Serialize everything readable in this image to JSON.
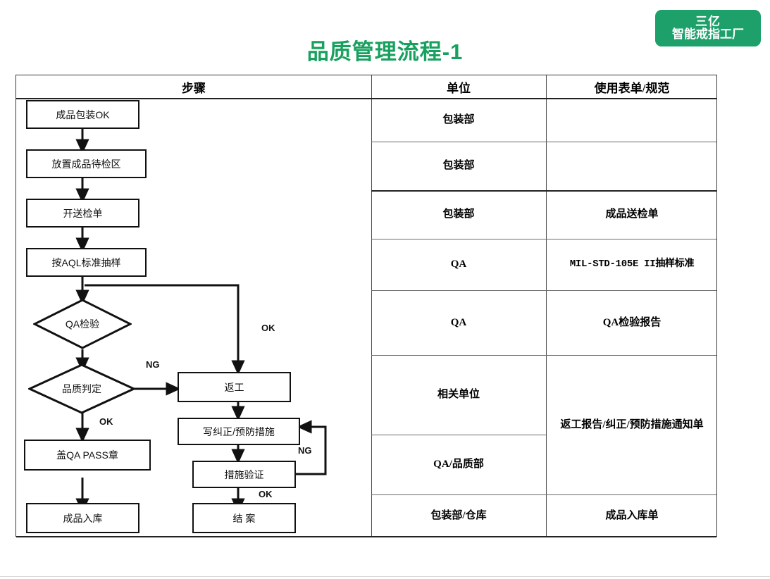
{
  "brand": {
    "line1": "三亿",
    "line2": "智能戒指工厂",
    "color": "#1DA06A"
  },
  "title": {
    "text": "品质管理流程-1",
    "color": "#17A05E"
  },
  "table": {
    "headers": {
      "steps": "步骤",
      "unit": "单位",
      "form": "使用表单/规范"
    },
    "rows": [
      {
        "unit": "包装部",
        "form": ""
      },
      {
        "unit": "包装部",
        "form": ""
      },
      {
        "unit": "包装部",
        "form": "成品送检单"
      },
      {
        "unit": "QA",
        "form": "MIL-STD-105E II抽样标准"
      },
      {
        "unit": "QA",
        "form": "QA检验报告"
      },
      {
        "unit": "相关单位",
        "form": "返工报告/纠正/预防措施通知单"
      },
      {
        "unit": "QA/品质部",
        "form": ""
      },
      {
        "unit": "包装部/仓库",
        "form": "成品入库单"
      }
    ]
  },
  "flowchart": {
    "type": "flowchart",
    "nodes": [
      {
        "id": "n1",
        "label": "成品包装OK",
        "shape": "rect"
      },
      {
        "id": "n2",
        "label": "放置成品待检区",
        "shape": "rect"
      },
      {
        "id": "n3",
        "label": "开送检单",
        "shape": "rect"
      },
      {
        "id": "n4",
        "label": "按AQL标准抽样",
        "shape": "rect"
      },
      {
        "id": "d1",
        "label": "QA检验",
        "shape": "diamond"
      },
      {
        "id": "d2",
        "label": "品质判定",
        "shape": "diamond"
      },
      {
        "id": "n5",
        "label": "返工",
        "shape": "rect"
      },
      {
        "id": "n6",
        "label": "写纠正/预防措施",
        "shape": "rect"
      },
      {
        "id": "n7",
        "label": "措施验证",
        "shape": "rect"
      },
      {
        "id": "n8",
        "label": "盖QA PASS章",
        "shape": "rect"
      },
      {
        "id": "n9",
        "label": "成品入库",
        "shape": "rect"
      },
      {
        "id": "n10",
        "label": "结  案",
        "shape": "rect"
      }
    ],
    "edge_labels": {
      "ok_rework": "OK",
      "ng_judge": "NG",
      "ok_judge": "OK",
      "ng_verify": "NG",
      "ok_verify": "OK"
    }
  }
}
